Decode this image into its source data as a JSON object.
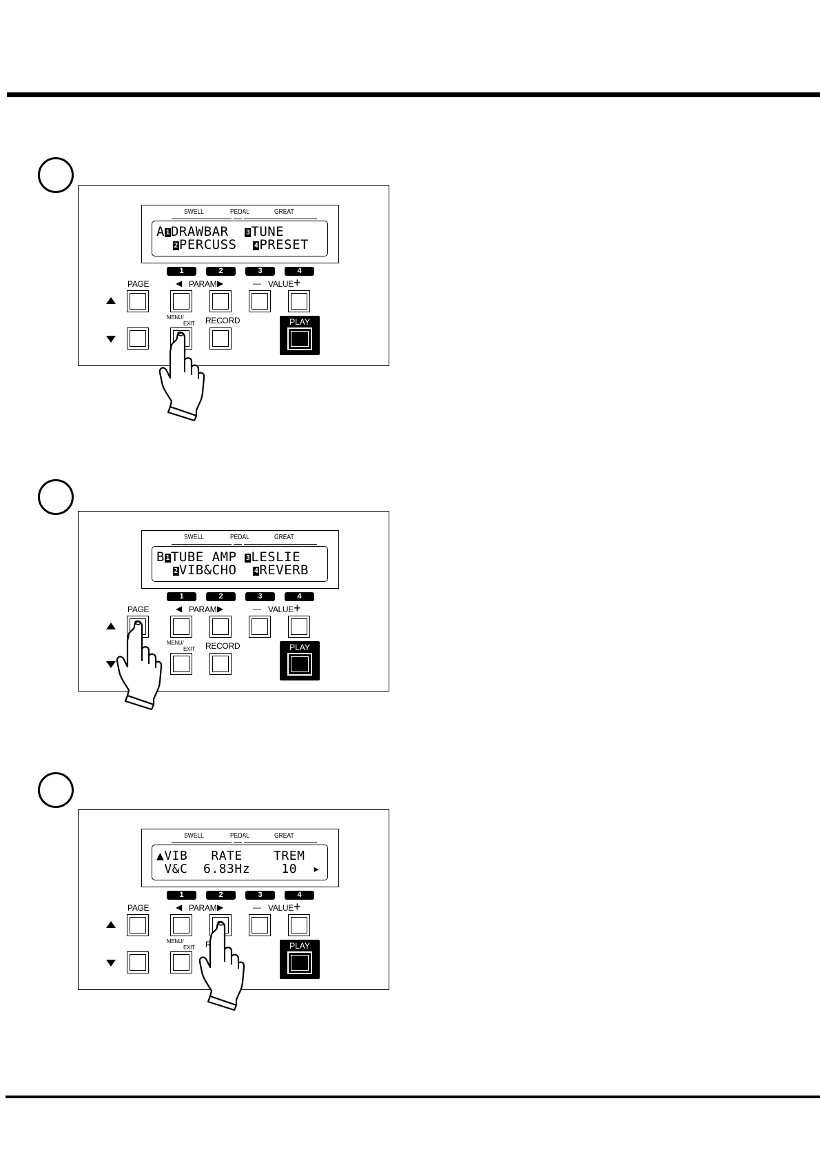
{
  "steps": [
    {
      "lcd": {
        "labels": [
          "SWELL",
          "PEDAL",
          "GREAT"
        ],
        "row1_parts": [
          "A",
          "1",
          "DRAWBAR  ",
          "3",
          "TUNE"
        ],
        "row2_parts": [
          "  ",
          "2",
          "PERCUSS  ",
          "4",
          "PRESET"
        ]
      },
      "pressed": "menu-exit-button"
    },
    {
      "lcd": {
        "labels": [
          "SWELL",
          "PEDAL",
          "GREAT"
        ],
        "row1_parts": [
          "B",
          "1",
          "TUBE AMP ",
          "3",
          "LESLIE"
        ],
        "row2_parts": [
          "  ",
          "2",
          "VIB&CHO  ",
          "4",
          "REVERB"
        ]
      },
      "pressed": "page-up-button"
    },
    {
      "lcd": {
        "labels": [
          "SWELL",
          "PEDAL",
          "GREAT"
        ],
        "row1_text": "▲VIB   RATE    TREM",
        "row2_text": " V&C  6.83Hz    10  ▸"
      },
      "pressed": "param-right-button"
    }
  ],
  "panel": {
    "tabs": [
      "1",
      "2",
      "3",
      "4"
    ],
    "page_label": "PAGE",
    "param_label": "PARAM",
    "value_label": "VALUE",
    "value_minus": "—",
    "value_plus": "+",
    "menu_label_1": "MENU/",
    "menu_label_2": "EXIT",
    "record_label": "RECORD",
    "play_label": "PLAY",
    "param_left_glyph": "◀",
    "param_right_glyph": "▶"
  },
  "step3_partial_record": "RE"
}
